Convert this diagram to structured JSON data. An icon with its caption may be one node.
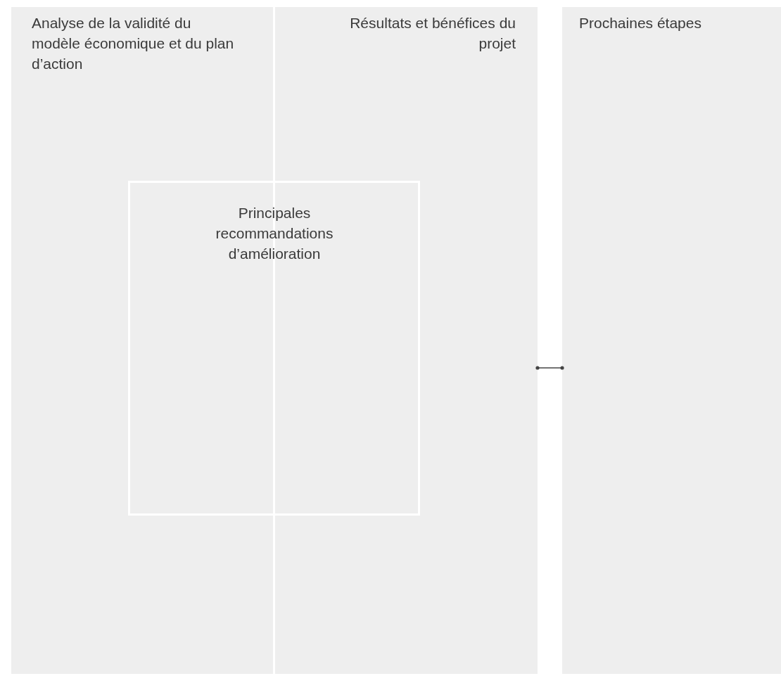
{
  "diagram": {
    "nodes": [
      {
        "text": [
          "Analyse de la validité du modèle économique et du plan d’action"
        ]
      },
      {
        "text": [
          "Résultats et bénéfices du projet"
        ]
      },
      {
        "text": [
          "Prochaines étapes"
        ]
      },
      {
        "text": [
          "Principales recommandations d’amélioration"
        ]
      }
    ],
    "edges": [
      {
        "from": 1,
        "to": 2,
        "arrow": "other"
      }
    ]
  }
}
